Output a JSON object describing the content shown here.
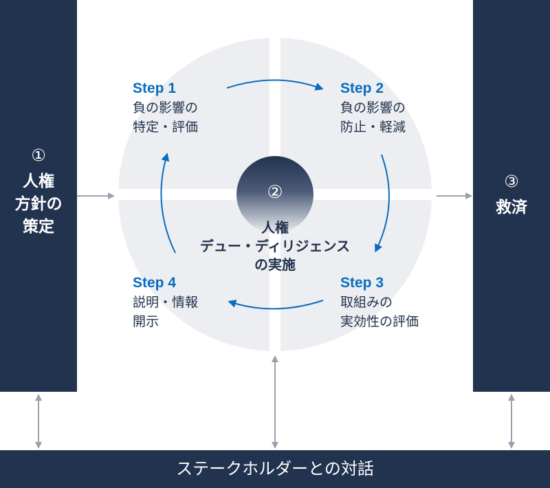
{
  "left_box": {
    "number": "①",
    "label": "人権\n方針の\n策定"
  },
  "right_box": {
    "number": "③",
    "label": "救済"
  },
  "center": {
    "number": "②",
    "label": "人権\nデュー・ディリジェンス\nの実施"
  },
  "steps": [
    {
      "title": "Step 1",
      "desc": "負の影響の\n特定・評価"
    },
    {
      "title": "Step 2",
      "desc": "負の影響の\n防止・軽減"
    },
    {
      "title": "Step 3",
      "desc": "取組みの\n実効性の評価"
    },
    {
      "title": "Step 4",
      "desc": "説明・情報\n開示"
    }
  ],
  "bottom_bar": {
    "label": "ステークホルダーとの対話"
  },
  "colors": {
    "navy": "#22334f",
    "blue": "#0a6cc0",
    "circle": "#eceef1",
    "arrow_gray": "#9aa1ac"
  }
}
